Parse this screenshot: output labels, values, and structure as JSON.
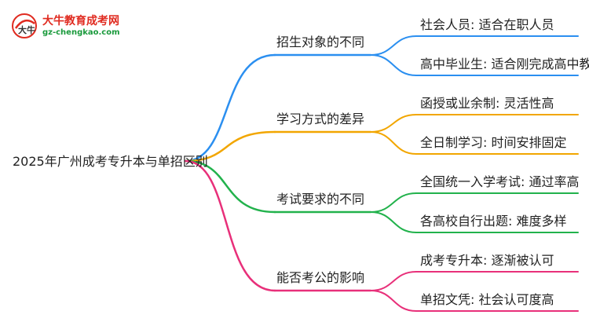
{
  "logo": {
    "title": "大牛教育成考网",
    "url": "gz-chengkao.com",
    "mark_text": "大牛"
  },
  "root": "2025年广州成考专升本与单招区别",
  "branches": [
    {
      "label": "招生对象的不同",
      "color": "#2b8ff0",
      "leaves": [
        "社会人员: 适合在职人员",
        "高中毕业生: 适合刚完成高中教育"
      ]
    },
    {
      "label": "学习方式的差异",
      "color": "#f2a600",
      "leaves": [
        "函授或业余制: 灵活性高",
        "全日制学习: 时间安排固定"
      ]
    },
    {
      "label": "考试要求的不同",
      "color": "#22b24c",
      "leaves": [
        "全国统一入学考试: 通过率高",
        "各高校自行出题: 难度多样"
      ]
    },
    {
      "label": "能否考公的影响",
      "color": "#e8307a",
      "leaves": [
        "成考专升本: 逐渐被认可",
        "单招文凭: 社会认可度高"
      ]
    }
  ]
}
